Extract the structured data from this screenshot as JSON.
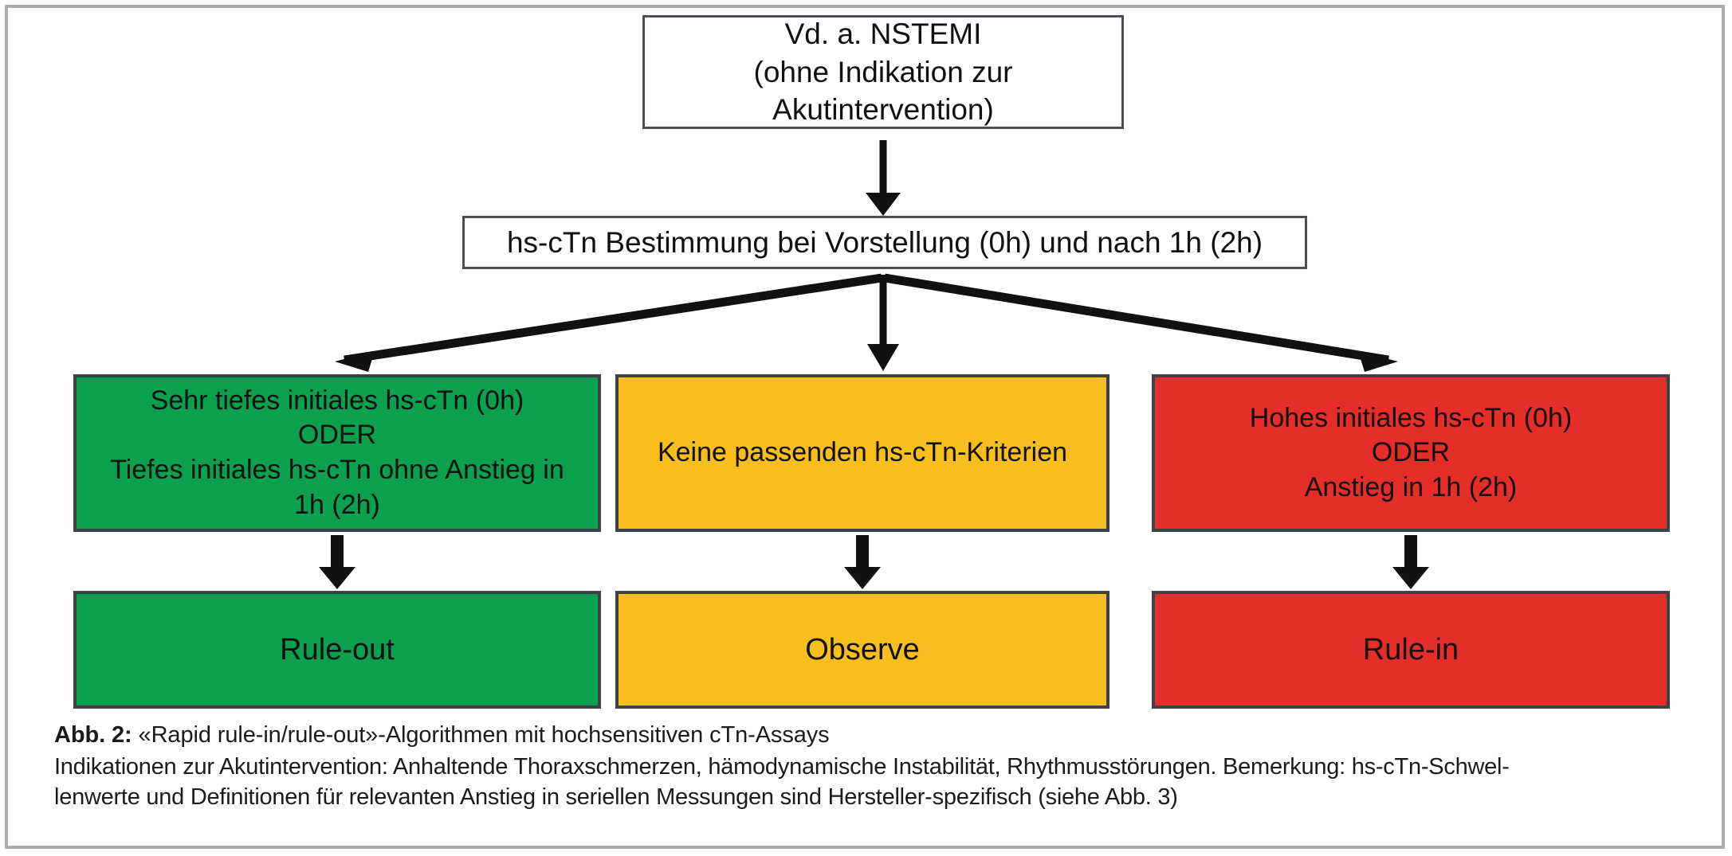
{
  "figure": {
    "id": "abb-2",
    "frame_color": "#adadad",
    "background": "#ffffff"
  },
  "colors": {
    "green": "#0ba04d",
    "yellow": "#f8be1e",
    "red": "#e52d2a",
    "box_border": "#3d4247",
    "plain_box_border": "#4a4f55",
    "arrow": "#111111",
    "text": "#111111"
  },
  "flowchart": {
    "type": "decision-flowchart",
    "nodes": {
      "suspicion": {
        "label": "Vd. a. NSTEMI\n(ohne Indikation zur\nAkutintervention)",
        "style": "plain"
      },
      "measurement": {
        "label": "hs-cTn Bestimmung bei Vorstellung (0h) und nach 1h (2h)",
        "style": "plain"
      },
      "criteria": [
        {
          "key": "green",
          "label": "Sehr tiefes initiales hs-cTn (0h)\nODER\nTiefes initiales hs-cTn ohne Anstieg in\n1h (2h)",
          "color": "#0ba04d"
        },
        {
          "key": "yellow",
          "label": "Keine passenden hs-cTn-Kriterien",
          "color": "#f8be1e"
        },
        {
          "key": "red",
          "label": "Hohes initiales hs-cTn (0h)\nODER\nAnstieg in 1h (2h)",
          "color": "#e52d2a"
        }
      ],
      "outcomes": [
        {
          "key": "green",
          "label": "Rule-out",
          "color": "#0ba04d"
        },
        {
          "key": "yellow",
          "label": "Observe",
          "color": "#f8be1e"
        },
        {
          "key": "red",
          "label": "Rule-in",
          "color": "#e52d2a"
        }
      ]
    },
    "edges": [
      {
        "from": "suspicion",
        "to": "measurement",
        "kind": "down-arrow"
      },
      {
        "from": "measurement",
        "to": "criteria-green",
        "kind": "branch-left-arrow"
      },
      {
        "from": "measurement",
        "to": "criteria-yellow",
        "kind": "down-arrow"
      },
      {
        "from": "measurement",
        "to": "criteria-red",
        "kind": "branch-right-arrow"
      },
      {
        "from": "criteria-green",
        "to": "outcome-green",
        "kind": "down-arrow"
      },
      {
        "from": "criteria-yellow",
        "to": "outcome-yellow",
        "kind": "down-arrow"
      },
      {
        "from": "criteria-red",
        "to": "outcome-red",
        "kind": "down-arrow"
      }
    ]
  },
  "caption": {
    "label": "Abb. 2:",
    "title": "«Rapid rule-in/rule-out»-Algorithmen mit hochsensitiven cTn-Assays",
    "body_lines": [
      "Indikationen zur Akutintervention: Anhaltende Thoraxschmerzen, hämodynamische Instabilität, Rhythmusstörungen. Bemerkung: hs-cTn-Schwel-",
      "lenwerte und Definitionen für relevanten Anstieg in seriellen Messungen sind Hersteller-spezifisch (siehe Abb. 3)"
    ]
  }
}
